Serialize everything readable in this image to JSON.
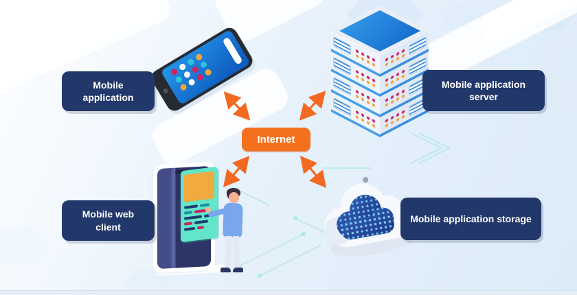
{
  "diagram_type": "mobile-application-architecture",
  "center_node": {
    "id": "internet",
    "label": "Internet"
  },
  "nodes": [
    {
      "id": "mobile-application",
      "label": "Mobile application",
      "position": "top-left",
      "illustration": "smartphone-with-app-icons"
    },
    {
      "id": "mobile-application-server",
      "label": "Mobile application server",
      "position": "top-right",
      "illustration": "isometric-server-stack"
    },
    {
      "id": "mobile-web-client",
      "label": "Mobile web client",
      "position": "bottom-left",
      "illustration": "person-at-mobile-kiosk"
    },
    {
      "id": "mobile-application-storage",
      "label": "Mobile application storage",
      "position": "bottom-right",
      "illustration": "cloud-storage"
    }
  ],
  "connections": [
    {
      "from": "internet",
      "to": "mobile-application",
      "bidirectional": true
    },
    {
      "from": "internet",
      "to": "mobile-application-server",
      "bidirectional": true
    },
    {
      "from": "internet",
      "to": "mobile-web-client",
      "bidirectional": true
    },
    {
      "from": "internet",
      "to": "mobile-application-storage",
      "bidirectional": true
    }
  ],
  "colors": {
    "node_label_bg": "#22386a",
    "node_label_text": "#ffffff",
    "internet_bg": "#f4701d",
    "internet_text": "#ffffff",
    "arrow": "#f26a21",
    "background": "#e4f0fa",
    "circuit_accent": "#63dcc9"
  }
}
